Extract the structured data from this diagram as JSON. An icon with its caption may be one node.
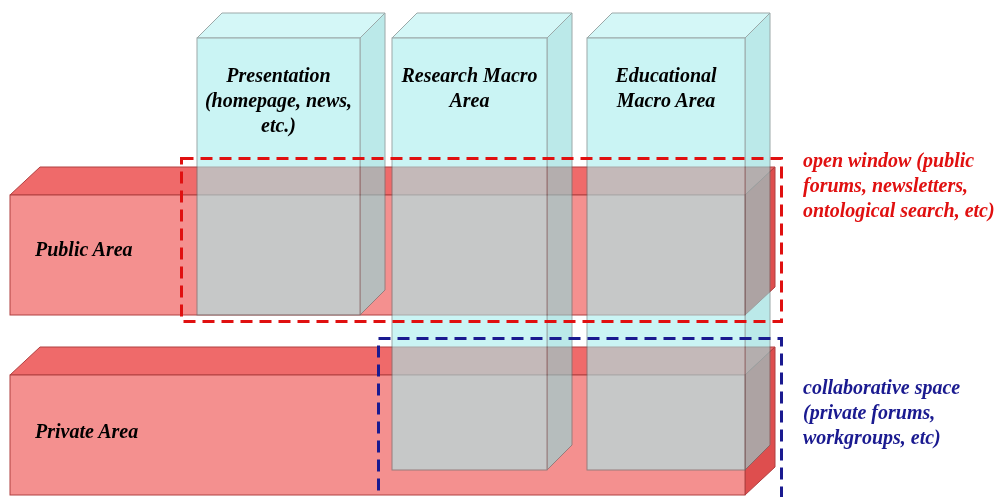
{
  "diagram": {
    "nodes": [
      {
        "text": [
          "Public Area"
        ]
      },
      {
        "text": [
          "Private Area"
        ]
      },
      {
        "text": [
          "Presentation (homepage, news, etc.)"
        ]
      },
      {
        "text": [
          "Research Macro Area"
        ]
      },
      {
        "text": [
          "Educational Macro Area"
        ]
      },
      {
        "text": [
          "open window (public forums, newsletters, ontological search, etc)"
        ]
      },
      {
        "text": [
          "collaborative space (private forums, workgroups, etc)"
        ]
      }
    ]
  }
}
